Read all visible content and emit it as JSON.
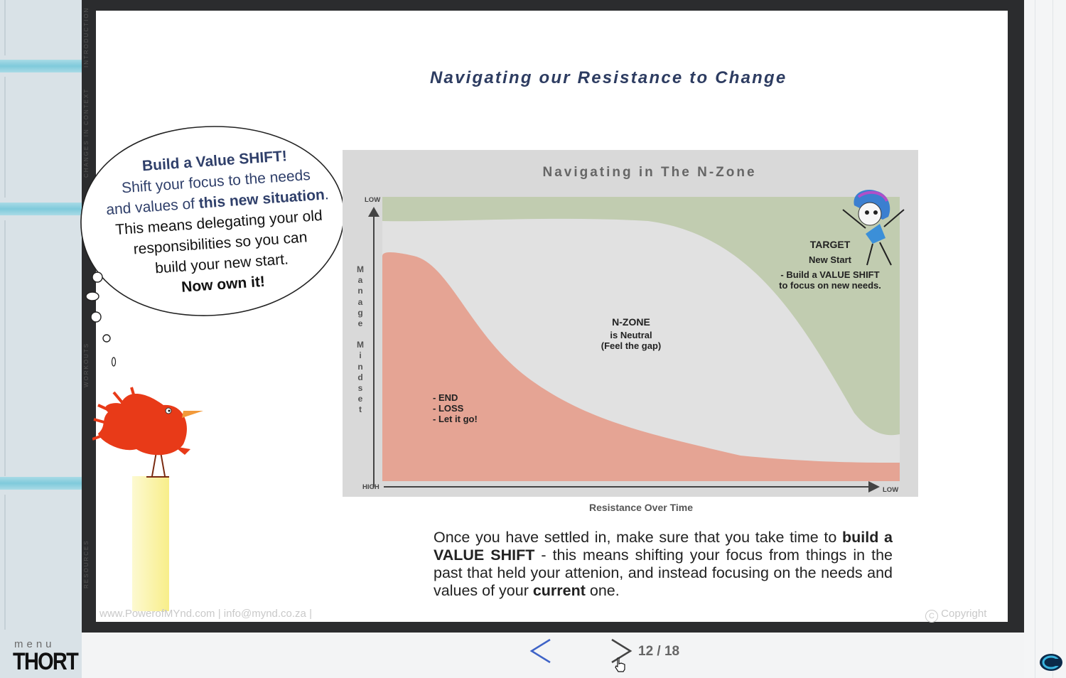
{
  "sidebar": {
    "menu_label": "menu",
    "logo_text": "THORT",
    "vertical_tabs": [
      "WORKOUTS",
      "RESOURCES",
      "CHANGES IN CONTEXT",
      "INTRODUCTION"
    ]
  },
  "slide": {
    "title": "Navigating our Resistance to Change",
    "bubble": {
      "line1": "Build a Value SHIFT!",
      "line2": "Shift your focus to the needs",
      "line3_pre": "and values of ",
      "line3_bold": "this new situation",
      "line3_post": ".",
      "line4": "This means delegating your old",
      "line5": "responsibilities so you can",
      "line6": "build your new start.",
      "line7": "Now own it!"
    },
    "chart": {
      "title": "Navigating in The N-Zone",
      "y_top_label": "LOW",
      "y_bottom_label": "HIGH",
      "x_end_label": "LOW",
      "y_axis_letters": [
        "M",
        "a",
        "n",
        "a",
        "g",
        "e",
        "",
        "M",
        "i",
        "n",
        "d",
        "s",
        "e",
        "t"
      ],
      "x_axis_title": "Resistance  Over Time",
      "end_zone": [
        "- END",
        "- LOSS",
        "- Let it go!"
      ],
      "nzone": [
        "N-ZONE",
        "is Neutral",
        "(Feel the gap)"
      ],
      "target": [
        "TARGET",
        "New Start",
        "- Build a VALUE SHIFT",
        "to focus on new needs."
      ],
      "colors": {
        "end": "#e5a494",
        "nzone": "#e1e1e1",
        "target": "#c1ccb0",
        "background": "#d9d9d9"
      }
    },
    "body": {
      "p1": "Once you have settled in, make sure that you take time to",
      "b1": "build a VALUE SHIFT",
      "p2": " - this means shifting your focus from things in the past that held your attenion, and instead focusing on the needs and values of your ",
      "b2": "current",
      "p3": " one."
    },
    "footer_links": "www.PowerofMYnd.com  |  info@mynd.co.za |",
    "copyright": "Copyright"
  },
  "navigation": {
    "prev_icon": "chevron-left-icon",
    "next_icon": "chevron-right-icon",
    "page_counter": "12 / 18"
  },
  "chart_data": {
    "type": "area",
    "title": "Navigating in The N-Zone",
    "xlabel": "Resistance  Over Time",
    "ylabel": "Manage Mindset",
    "series": [
      {
        "name": "END",
        "values": []
      },
      {
        "name": "N-ZONE",
        "values": []
      },
      {
        "name": "TARGET",
        "values": []
      }
    ]
  }
}
